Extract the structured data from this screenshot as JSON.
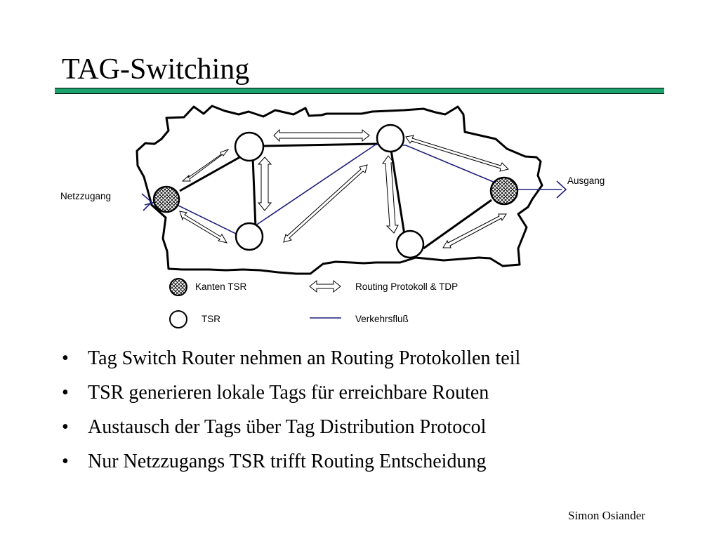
{
  "slide": {
    "title": "TAG-Switching",
    "author": "Simon Osiander"
  },
  "diagram": {
    "labels": {
      "ingress": "Netzzugang",
      "egress": "Ausgang"
    },
    "legend": {
      "edge_tsr": "Kanten TSR",
      "tsr": "TSR",
      "routing_protocol": "Routing Protokoll & TDP",
      "traffic_flow": "Verkehrsfluß"
    },
    "colors": {
      "traffic_flow": "#1f1f7a",
      "title_rule": "#1aa36d"
    }
  },
  "bullets": [
    {
      "symbol": "•",
      "text": "Tag Switch Router nehmen an Routing Protokollen teil"
    },
    {
      "symbol": "•",
      "text": "TSR generieren lokale Tags für erreichbare Routen"
    },
    {
      "symbol": "•",
      "text": "Austausch der Tags über Tag Distribution Protocol"
    },
    {
      "symbol": "•",
      "text": "Nur Netzzugangs TSR trifft Routing Entscheidung"
    }
  ]
}
